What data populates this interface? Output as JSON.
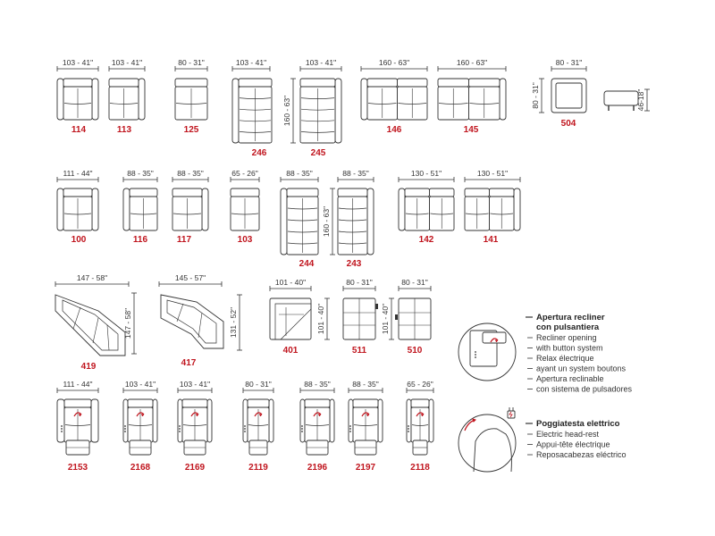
{
  "modules": [
    {
      "code": "114",
      "width": "103 - 41\"",
      "kind": "armchair2"
    },
    {
      "code": "113",
      "width": "103 - 41\"",
      "kind": "arm-left"
    },
    {
      "code": "125",
      "width": "80 - 31\"",
      "kind": "single-noarm"
    },
    {
      "code": "246",
      "width": "103 - 41\"",
      "kind": "chaise-left"
    },
    {
      "code": "245",
      "width": "103 - 41\"",
      "depth": "160 - 63\"",
      "kind": "chaise-right"
    },
    {
      "code": "146",
      "width": "160 - 63\"",
      "kind": "sofa2-left"
    },
    {
      "code": "145",
      "width": "160 - 63\"",
      "kind": "sofa2-right"
    },
    {
      "code": "504",
      "width": "80 - 31\"",
      "depth": "80 - 31\"",
      "kind": "pouf"
    },
    {
      "code": "",
      "height": "46-18\"",
      "kind": "pouf-side"
    },
    {
      "code": "100",
      "width": "111 - 44\"",
      "kind": "armchair1"
    },
    {
      "code": "116",
      "width": "88 - 35\"",
      "kind": "arm-left-small"
    },
    {
      "code": "117",
      "width": "88 - 35\"",
      "kind": "arm-right-small"
    },
    {
      "code": "103",
      "width": "65 - 26\"",
      "kind": "narrow"
    },
    {
      "code": "244",
      "width": "88 - 35\"",
      "kind": "chaise-left-small"
    },
    {
      "code": "243",
      "width": "88 - 35\"",
      "depth": "160 - 63\"",
      "kind": "chaise-right-small"
    },
    {
      "code": "142",
      "width": "130 - 51\"",
      "kind": "sofa2-left-small"
    },
    {
      "code": "141",
      "width": "130 - 51\"",
      "kind": "sofa2-right-small"
    },
    {
      "code": "419",
      "width": "147 - 58\"",
      "depth": "147 - 58\"",
      "kind": "corner-large"
    },
    {
      "code": "417",
      "width": "145 - 57\"",
      "depth": "131 - 52\"",
      "kind": "corner-small"
    },
    {
      "code": "401",
      "width": "101 - 40\"",
      "depth": "101 - 40\"",
      "kind": "corner-square"
    },
    {
      "code": "511",
      "width": "80 - 31\"",
      "kind": "seat-a"
    },
    {
      "code": "510",
      "width": "80 - 31\"",
      "depth": "101 - 40\"",
      "kind": "seat-b"
    },
    {
      "code": "2153",
      "width": "111 - 44\"",
      "kind": "recliner"
    },
    {
      "code": "2168",
      "width": "103 - 41\"",
      "kind": "recliner"
    },
    {
      "code": "2169",
      "width": "103 - 41\"",
      "kind": "recliner"
    },
    {
      "code": "2119",
      "width": "80 - 31\"",
      "kind": "recliner"
    },
    {
      "code": "2196",
      "width": "88 - 35\"",
      "kind": "recliner"
    },
    {
      "code": "2197",
      "width": "88 - 35\"",
      "kind": "recliner"
    },
    {
      "code": "2118",
      "width": "65 - 26\"",
      "kind": "recliner"
    }
  ],
  "legend": {
    "recliner": {
      "title_lines": [
        "Apertura recliner",
        "con pulsantiera"
      ],
      "lines": [
        "Recliner opening",
        "with button system",
        "Relax électrique",
        "ayant un system boutons",
        "Apertura reclinable",
        "con sistema de pulsadores"
      ]
    },
    "headrest": {
      "title_lines": [
        "Poggiatesta elettrico"
      ],
      "lines": [
        "Electric head-rest",
        "Appui-tête électrique",
        "Reposacabezas eléctrico"
      ]
    }
  },
  "colors": {
    "code": "#c0151e",
    "line": "#333333",
    "arrow": "#c0151e"
  }
}
